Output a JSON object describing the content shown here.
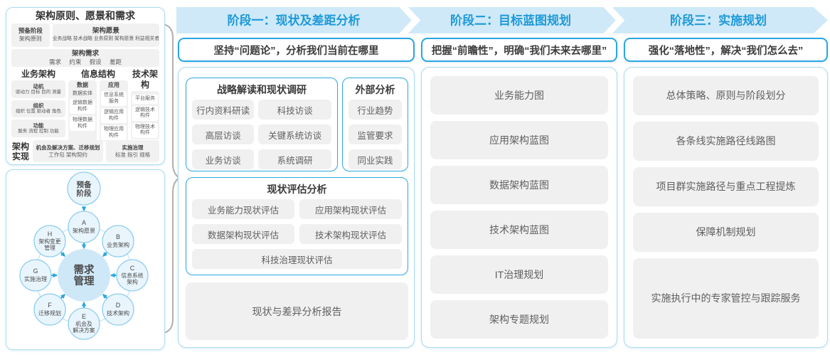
{
  "left_top": {
    "title": "架构原则、愿景和需求",
    "prep_line1": "预备阶段",
    "prep_line2": "架构原则",
    "vision_title": "架构愿景",
    "vision_items": "业务战略 技术战略 业务原则 架构愿景 利益相关者",
    "req_title": "架构需求",
    "req_items": "需求 约束 假设 差距",
    "biz_title": "业务架构",
    "biz_groups": [
      {
        "title": "动机",
        "items": "驱动力 目标 目的 测量"
      },
      {
        "title": "组织",
        "items": "组织 位置 驱动者 角色"
      },
      {
        "title": "功能",
        "items": "服务 流程 控制 功能"
      }
    ],
    "info_title": "信息结构",
    "info_data_title": "数据",
    "info_data_items": [
      "数据实体",
      "逻辑数据构件",
      "物理数据构件"
    ],
    "info_app_title": "应用",
    "info_app_items": [
      "信息系统服务",
      "逻辑应用构件",
      "物理应用构件"
    ],
    "tech_title": "技术架构",
    "tech_items": [
      "平台服务",
      "逻辑技术构件",
      "物理技术构件"
    ],
    "real_label_line1": "架构",
    "real_label_line2": "实现",
    "real_box1_title": "机会及解决方案、迁移规划",
    "real_box1_items": "工作包  架构契约",
    "real_box2_title": "实施治理",
    "real_box2_items": "标准 指引 规格"
  },
  "adm": {
    "prep_line1": "预备",
    "prep_line2": "阶段",
    "center_line1": "需求",
    "center_line2": "管理",
    "nodes": [
      {
        "letter": "A",
        "l1": "架构愿景",
        "l2": ""
      },
      {
        "letter": "B",
        "l1": "业务架构",
        "l2": ""
      },
      {
        "letter": "C",
        "l1": "信息系统",
        "l2": "架构"
      },
      {
        "letter": "D",
        "l1": "技术架构",
        "l2": ""
      },
      {
        "letter": "E",
        "l1": "机会及",
        "l2": "解决方案"
      },
      {
        "letter": "F",
        "l1": "迁移规划",
        "l2": ""
      },
      {
        "letter": "G",
        "l1": "实施治理",
        "l2": ""
      },
      {
        "letter": "H",
        "l1": "架构变更",
        "l2": "管理"
      }
    ]
  },
  "phases": [
    {
      "header": "阶段一：现状及差距分析",
      "subtitle": "坚持“问题论”，分析我们当前在哪里"
    },
    {
      "header": "阶段二：目标蓝图规划",
      "subtitle": "把握“前瞻性”，明确“我们未来去哪里”",
      "items": [
        "业务能力图",
        "应用架构蓝图",
        "数据架构蓝图",
        "技术架构蓝图",
        "IT治理规划",
        "架构专题规划"
      ]
    },
    {
      "header": "阶段三：实施规划",
      "subtitle": "强化“落地性”，解决“我们怎么去”",
      "items": [
        "总体策略、原则与阶段划分",
        "各条线实施路径线路图",
        "项目群实施路径与重点工程提炼",
        "保障机制规划",
        "实施执行中的专家管控与跟踪服务"
      ]
    }
  ],
  "phase1": {
    "strategy_title": "战略解读和现状调研",
    "strategy_items": [
      "行内资料研读",
      "科技访谈",
      "高层访谈",
      "关键系统访谈",
      "业务访谈",
      "系统调研"
    ],
    "external_title": "外部分析",
    "external_items": [
      "行业趋势",
      "监管要求",
      "同业实践"
    ],
    "assess_title": "现状评估分析",
    "assess_items": [
      "业务能力现状评估",
      "应用架构现状评估",
      "数据架构现状评估",
      "技术架构现状评估",
      "科技治理现状评估"
    ],
    "report": "现状与差异分析报告"
  },
  "colors": {
    "accent_blue": "#29a7e1",
    "band_bg": "#cfe9f8",
    "band_text": "#1e9ad8",
    "item_gray": "#f0f0f1",
    "brace_gray": "#b4b4b4"
  }
}
